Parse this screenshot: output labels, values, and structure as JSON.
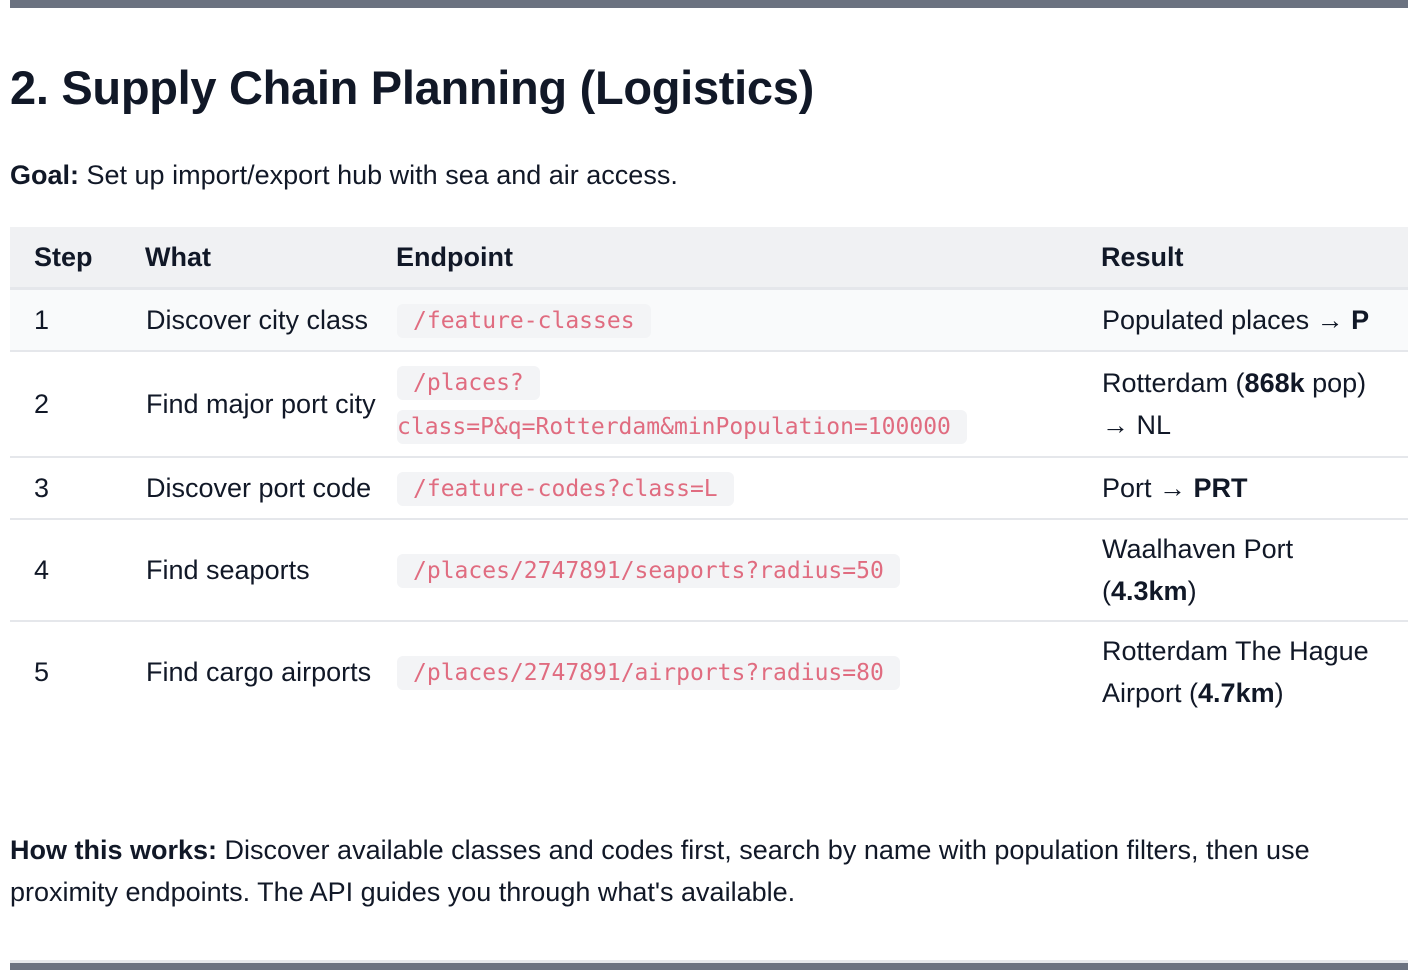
{
  "section": {
    "title": "2. Supply Chain Planning (Logistics)",
    "goal_label": "Goal:",
    "goal_text": " Set up import/export hub with sea and air access."
  },
  "table": {
    "headers": {
      "step": "Step",
      "what": "What",
      "endpoint": "Endpoint",
      "result": "Result"
    },
    "rows": [
      {
        "step": "1",
        "what": "Discover city class",
        "endpoint": "/feature-classes",
        "result_pre": "Populated places → ",
        "result_bold": "P",
        "result_post": ""
      },
      {
        "step": "2",
        "what": "Find major port city",
        "endpoint_line1": "/places?",
        "endpoint_line2": "class=P&q=Rotterdam&minPopulation=100000",
        "result_pre": "Rotterdam (",
        "result_bold": "868k",
        "result_post": " pop) → NL"
      },
      {
        "step": "3",
        "what": "Discover port code",
        "endpoint": "/feature-codes?class=L",
        "result_pre": "Port → ",
        "result_bold": "PRT",
        "result_post": ""
      },
      {
        "step": "4",
        "what": "Find seaports",
        "endpoint": "/places/2747891/seaports?radius=50",
        "result_pre": "Waalhaven Port (",
        "result_bold": "4.3km",
        "result_post": ")"
      },
      {
        "step": "5",
        "what": "Find cargo airports",
        "endpoint": "/places/2747891/airports?radius=80",
        "result_pre": "Rotterdam The Hague Airport (",
        "result_bold": "4.7km",
        "result_post": ")"
      }
    ]
  },
  "how_it_works": {
    "label": "How this works:",
    "text": " Discover available classes and codes first, search by name with population filters, then use proximity endpoints. The API guides you through what's available."
  },
  "colors": {
    "text": "#111827",
    "code_text": "#e06c80",
    "code_bg": "#f3f4f6",
    "header_bg": "#f0f1f3",
    "border": "#e5e7eb",
    "bar": "#6b7280"
  }
}
